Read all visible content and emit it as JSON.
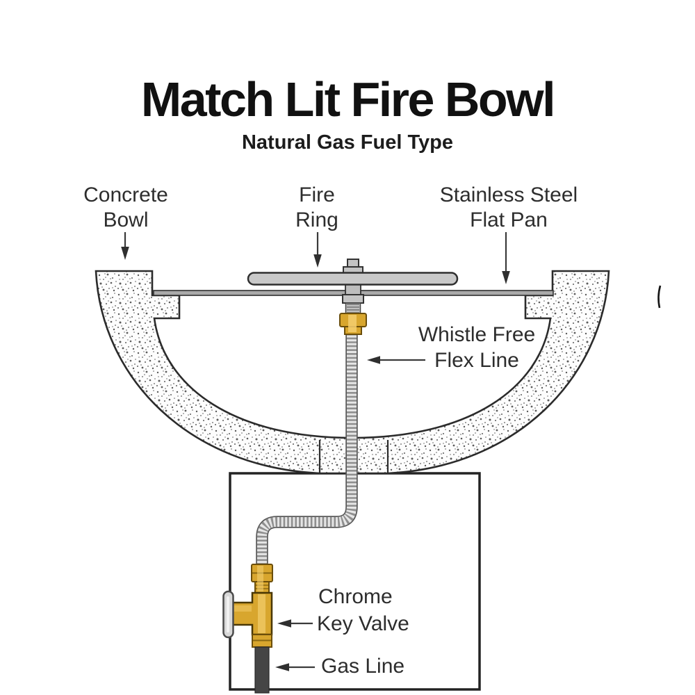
{
  "title": "Match Lit Fire Bowl",
  "subtitle": "Natural Gas Fuel Type",
  "labels": {
    "concrete_bowl": {
      "line1": "Concrete",
      "line2": "Bowl"
    },
    "fire_ring": {
      "line1": "Fire",
      "line2": "Ring"
    },
    "flat_pan": {
      "line1": "Stainless Steel",
      "line2": "Flat Pan"
    },
    "flex_line": {
      "line1": "Whistle Free",
      "line2": "Flex Line"
    },
    "key_valve": {
      "line1": "Chrome",
      "line2": "Key Valve"
    },
    "gas_line": {
      "line1": "Gas Line"
    }
  },
  "colors": {
    "brass": "#D8A62E",
    "brass_dark": "#7A5A10",
    "brass_light": "#F4CE6E",
    "chrome": "#D8D8D8",
    "steel_light": "#C9C9C9",
    "pan_fill": "#A9A9A9",
    "flex_fill": "#E6E6E6",
    "flex_ridge": "#8F8F8F",
    "gas_pipe": "#454545",
    "outline": "#2B2B2B"
  }
}
